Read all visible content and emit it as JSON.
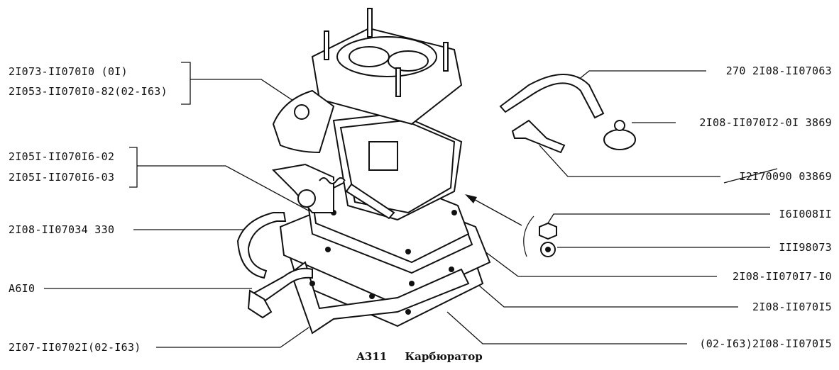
{
  "labels_left": [
    {
      "id": "l1",
      "text": "2I073-II070I0   (0I)"
    },
    {
      "id": "l2",
      "text": "2I053-II070I0-82(02-I63)"
    },
    {
      "id": "l3",
      "text": "2I05I-II070I6-02"
    },
    {
      "id": "l4",
      "text": "2I05I-II070I6-03"
    },
    {
      "id": "l5",
      "text": "2I08-II07034 330"
    },
    {
      "id": "l6",
      "text": "A6I0"
    },
    {
      "id": "l7",
      "text": "2I07-II0702I(02-I63)"
    }
  ],
  "labels_right": [
    {
      "id": "r1",
      "text": "270 2I08-II07063"
    },
    {
      "id": "r2",
      "text": "2I08-II070I2-0I 3869"
    },
    {
      "id": "r3",
      "text": "I2I70090 03869"
    },
    {
      "id": "r4",
      "text": "I6I008II"
    },
    {
      "id": "r5",
      "text": "III98073"
    },
    {
      "id": "r6",
      "text": "2I08-II070I7-I0"
    },
    {
      "id": "r7",
      "text": "2I08-II070I5"
    },
    {
      "id": "r8",
      "text": "(02-I63)2I08-II070I5"
    }
  ],
  "caption": {
    "code": "A311",
    "title": "Карбюратор"
  },
  "colors": {
    "ink": "#111111",
    "paper": "#ffffff"
  }
}
